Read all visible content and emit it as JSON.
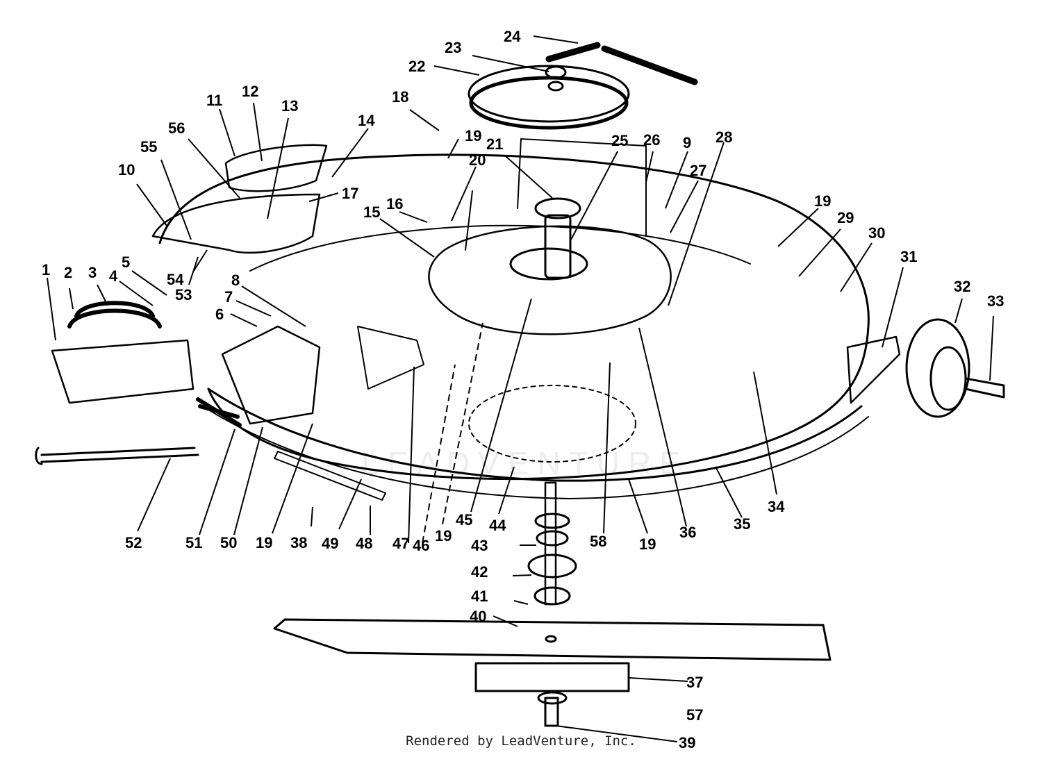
{
  "diagram": {
    "callouts": [
      "1",
      "2",
      "3",
      "4",
      "5",
      "6",
      "7",
      "8",
      "9",
      "10",
      "11",
      "12",
      "13",
      "14",
      "15",
      "16",
      "17",
      "18",
      "19",
      "20",
      "21",
      "22",
      "23",
      "24",
      "25",
      "26",
      "27",
      "28",
      "29",
      "30",
      "31",
      "32",
      "33",
      "34",
      "35",
      "36",
      "37",
      "38",
      "39",
      "40",
      "41",
      "42",
      "43",
      "44",
      "45",
      "46",
      "47",
      "48",
      "49",
      "50",
      "51",
      "52",
      "53",
      "54",
      "55",
      "56",
      "57",
      "58"
    ],
    "watermark": "LEADVENTURE",
    "credit": "Rendered by LeadVenture, Inc."
  }
}
